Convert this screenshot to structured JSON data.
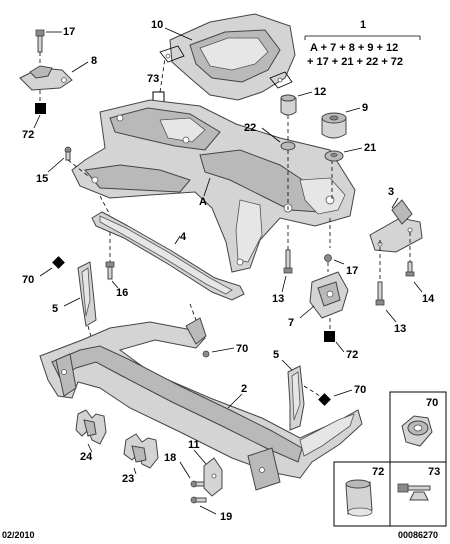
{
  "diagram": {
    "formula": {
      "ref": "1",
      "line1": "A + 7 + 8 + 9 + 12",
      "line2": "+ 17 + 21 + 22 + 72"
    },
    "callouts": {
      "c10": "10",
      "c17a": "17",
      "c8": "8",
      "c73a": "73",
      "c72a": "72",
      "c12": "12",
      "c9": "9",
      "c22": "22",
      "c21": "21",
      "c15": "15",
      "cA": "A",
      "c3": "3",
      "c4": "4",
      "c70a": "70",
      "c16": "16",
      "c17b": "17",
      "c14": "14",
      "c5a": "5",
      "c13a": "13",
      "c7": "7",
      "c13b": "13",
      "c70b": "70",
      "c72b": "72",
      "c5b": "5",
      "c70c": "70",
      "c2": "2",
      "c24": "24",
      "c23": "23",
      "c11": "11",
      "c18": "18",
      "c19": "19"
    },
    "legend_boxes": {
      "box70": "70",
      "box72": "72",
      "box73": "73"
    },
    "footer": {
      "date": "02/2010",
      "ref_code": "00086270"
    }
  }
}
